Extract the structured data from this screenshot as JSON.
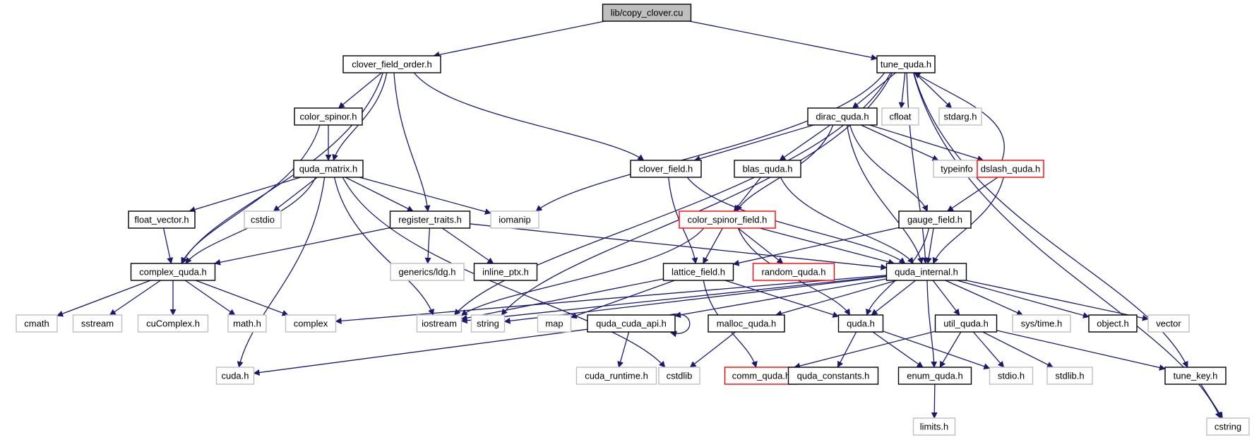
{
  "graph": {
    "title": "lib/copy_clover.cu",
    "colors": {
      "edge": "#191970",
      "root_fill": "#bfbfbf",
      "root_border": "#000000",
      "local_border": "#000000",
      "system_border": "#bfbfbf",
      "truncated_border": "#ff0000",
      "node_fill": "#ffffff"
    },
    "nodes": [
      {
        "id": "root",
        "label": "lib/copy_clover.cu",
        "kind": "root"
      },
      {
        "id": "clover_field_order",
        "label": "clover_field_order.h",
        "kind": "local"
      },
      {
        "id": "tune_quda",
        "label": "tune_quda.h",
        "kind": "local"
      },
      {
        "id": "color_spinor",
        "label": "color_spinor.h",
        "kind": "local"
      },
      {
        "id": "dirac_quda",
        "label": "dirac_quda.h",
        "kind": "local"
      },
      {
        "id": "cfloat",
        "label": "cfloat",
        "kind": "system"
      },
      {
        "id": "stdarg",
        "label": "stdarg.h",
        "kind": "system"
      },
      {
        "id": "quda_matrix",
        "label": "quda_matrix.h",
        "kind": "local"
      },
      {
        "id": "clover_field",
        "label": "clover_field.h",
        "kind": "local"
      },
      {
        "id": "blas_quda",
        "label": "blas_quda.h",
        "kind": "local"
      },
      {
        "id": "typeinfo",
        "label": "typeinfo",
        "kind": "system"
      },
      {
        "id": "dslash_quda",
        "label": "dslash_quda.h",
        "kind": "truncated"
      },
      {
        "id": "float_vector",
        "label": "float_vector.h",
        "kind": "local"
      },
      {
        "id": "cstdio",
        "label": "cstdio",
        "kind": "system"
      },
      {
        "id": "register_traits",
        "label": "register_traits.h",
        "kind": "local"
      },
      {
        "id": "iomanip",
        "label": "iomanip",
        "kind": "system"
      },
      {
        "id": "color_spinor_field",
        "label": "color_spinor_field.h",
        "kind": "truncated"
      },
      {
        "id": "gauge_field",
        "label": "gauge_field.h",
        "kind": "local"
      },
      {
        "id": "complex_quda",
        "label": "complex_quda.h",
        "kind": "local"
      },
      {
        "id": "generics_ldg",
        "label": "generics/ldg.h",
        "kind": "system"
      },
      {
        "id": "inline_ptx",
        "label": "inline_ptx.h",
        "kind": "local"
      },
      {
        "id": "lattice_field",
        "label": "lattice_field.h",
        "kind": "local"
      },
      {
        "id": "random_quda",
        "label": "random_quda.h",
        "kind": "truncated"
      },
      {
        "id": "quda_internal",
        "label": "quda_internal.h",
        "kind": "local"
      },
      {
        "id": "cmath",
        "label": "cmath",
        "kind": "system"
      },
      {
        "id": "sstream",
        "label": "sstream",
        "kind": "system"
      },
      {
        "id": "cuComplex",
        "label": "cuComplex.h",
        "kind": "system"
      },
      {
        "id": "math_h",
        "label": "math.h",
        "kind": "system"
      },
      {
        "id": "complex",
        "label": "complex",
        "kind": "system"
      },
      {
        "id": "iostream",
        "label": "iostream",
        "kind": "system"
      },
      {
        "id": "string",
        "label": "string",
        "kind": "system"
      },
      {
        "id": "map",
        "label": "map",
        "kind": "system"
      },
      {
        "id": "quda_cuda_api",
        "label": "quda_cuda_api.h",
        "kind": "local"
      },
      {
        "id": "malloc_quda",
        "label": "malloc_quda.h",
        "kind": "local"
      },
      {
        "id": "quda_h",
        "label": "quda.h",
        "kind": "local"
      },
      {
        "id": "util_quda",
        "label": "util_quda.h",
        "kind": "local"
      },
      {
        "id": "sys_time",
        "label": "sys/time.h",
        "kind": "system"
      },
      {
        "id": "object",
        "label": "object.h",
        "kind": "local"
      },
      {
        "id": "vector",
        "label": "vector",
        "kind": "system"
      },
      {
        "id": "cuda_h",
        "label": "cuda.h",
        "kind": "system"
      },
      {
        "id": "cuda_runtime",
        "label": "cuda_runtime.h",
        "kind": "system"
      },
      {
        "id": "cstdlib",
        "label": "cstdlib",
        "kind": "system"
      },
      {
        "id": "comm_quda",
        "label": "comm_quda.h",
        "kind": "truncated"
      },
      {
        "id": "quda_constants",
        "label": "quda_constants.h",
        "kind": "local"
      },
      {
        "id": "enum_quda",
        "label": "enum_quda.h",
        "kind": "local"
      },
      {
        "id": "stdio_h",
        "label": "stdio.h",
        "kind": "system"
      },
      {
        "id": "stdlib_h",
        "label": "stdlib.h",
        "kind": "system"
      },
      {
        "id": "tune_key",
        "label": "tune_key.h",
        "kind": "local"
      },
      {
        "id": "limits_h",
        "label": "limits.h",
        "kind": "system"
      },
      {
        "id": "cstring",
        "label": "cstring",
        "kind": "system"
      }
    ],
    "edges": [
      [
        "root",
        "clover_field_order"
      ],
      [
        "root",
        "tune_quda"
      ],
      [
        "clover_field_order",
        "color_spinor"
      ],
      [
        "clover_field_order",
        "quda_matrix"
      ],
      [
        "clover_field_order",
        "register_traits"
      ],
      [
        "clover_field_order",
        "clover_field"
      ],
      [
        "clover_field_order",
        "complex_quda"
      ],
      [
        "color_spinor",
        "quda_matrix"
      ],
      [
        "color_spinor",
        "complex_quda"
      ],
      [
        "quda_matrix",
        "float_vector"
      ],
      [
        "quda_matrix",
        "cstdio"
      ],
      [
        "quda_matrix",
        "register_traits"
      ],
      [
        "quda_matrix",
        "iomanip"
      ],
      [
        "quda_matrix",
        "complex_quda"
      ],
      [
        "quda_matrix",
        "cuda_h"
      ],
      [
        "quda_matrix",
        "iostream"
      ],
      [
        "quda_matrix",
        "cstdlib"
      ],
      [
        "float_vector",
        "complex_quda"
      ],
      [
        "register_traits",
        "complex_quda"
      ],
      [
        "register_traits",
        "generics_ldg"
      ],
      [
        "register_traits",
        "inline_ptx"
      ],
      [
        "register_traits",
        "quda_internal"
      ],
      [
        "complex_quda",
        "cmath"
      ],
      [
        "complex_quda",
        "sstream"
      ],
      [
        "complex_quda",
        "cuComplex"
      ],
      [
        "complex_quda",
        "math_h"
      ],
      [
        "complex_quda",
        "complex"
      ],
      [
        "tune_quda",
        "dirac_quda"
      ],
      [
        "tune_quda",
        "cfloat"
      ],
      [
        "tune_quda",
        "stdarg"
      ],
      [
        "tune_quda",
        "iomanip"
      ],
      [
        "tune_quda",
        "iostream"
      ],
      [
        "tune_quda",
        "string"
      ],
      [
        "tune_quda",
        "quda_internal"
      ],
      [
        "tune_quda",
        "tune_key"
      ],
      [
        "tune_quda",
        "cstring"
      ],
      [
        "dirac_quda",
        "clover_field"
      ],
      [
        "dirac_quda",
        "blas_quda"
      ],
      [
        "dirac_quda",
        "typeinfo"
      ],
      [
        "dirac_quda",
        "dslash_quda"
      ],
      [
        "dirac_quda",
        "color_spinor_field"
      ],
      [
        "dirac_quda",
        "gauge_field"
      ],
      [
        "dirac_quda",
        "quda_internal"
      ],
      [
        "dslash_quda",
        "tune_quda"
      ],
      [
        "dslash_quda",
        "gauge_field"
      ],
      [
        "dslash_quda",
        "quda_internal"
      ],
      [
        "clover_field",
        "lattice_field"
      ],
      [
        "clover_field",
        "quda_internal"
      ],
      [
        "blas_quda",
        "color_spinor_field"
      ],
      [
        "blas_quda",
        "quda_internal"
      ],
      [
        "color_spinor_field",
        "lattice_field"
      ],
      [
        "color_spinor_field",
        "random_quda"
      ],
      [
        "color_spinor_field",
        "quda_internal"
      ],
      [
        "color_spinor_field",
        "quda_h"
      ],
      [
        "color_spinor_field",
        "iostream"
      ],
      [
        "gauge_field",
        "lattice_field"
      ],
      [
        "gauge_field",
        "quda_internal"
      ],
      [
        "gauge_field",
        "quda_h"
      ],
      [
        "lattice_field",
        "iostream"
      ],
      [
        "lattice_field",
        "map"
      ],
      [
        "lattice_field",
        "quda_h"
      ],
      [
        "lattice_field",
        "comm_quda"
      ],
      [
        "quda_internal",
        "complex"
      ],
      [
        "quda_internal",
        "iostream"
      ],
      [
        "quda_internal",
        "string"
      ],
      [
        "quda_internal",
        "quda_cuda_api"
      ],
      [
        "quda_internal",
        "malloc_quda"
      ],
      [
        "quda_internal",
        "quda_h"
      ],
      [
        "quda_internal",
        "util_quda"
      ],
      [
        "quda_internal",
        "enum_quda"
      ],
      [
        "quda_internal",
        "sys_time"
      ],
      [
        "quda_internal",
        "object"
      ],
      [
        "quda_internal",
        "vector"
      ],
      [
        "quda_cuda_api",
        "quda_cuda_api"
      ],
      [
        "quda_cuda_api",
        "cuda_h"
      ],
      [
        "quda_cuda_api",
        "cuda_runtime"
      ],
      [
        "malloc_quda",
        "cstdlib"
      ],
      [
        "quda_h",
        "quda_constants"
      ],
      [
        "quda_h",
        "enum_quda"
      ],
      [
        "quda_h",
        "stdio_h"
      ],
      [
        "util_quda",
        "comm_quda"
      ],
      [
        "util_quda",
        "enum_quda"
      ],
      [
        "util_quda",
        "stdio_h"
      ],
      [
        "util_quda",
        "stdlib_h"
      ],
      [
        "util_quda",
        "tune_key"
      ],
      [
        "enum_quda",
        "limits_h"
      ],
      [
        "tune_key",
        "cstring"
      ]
    ]
  }
}
